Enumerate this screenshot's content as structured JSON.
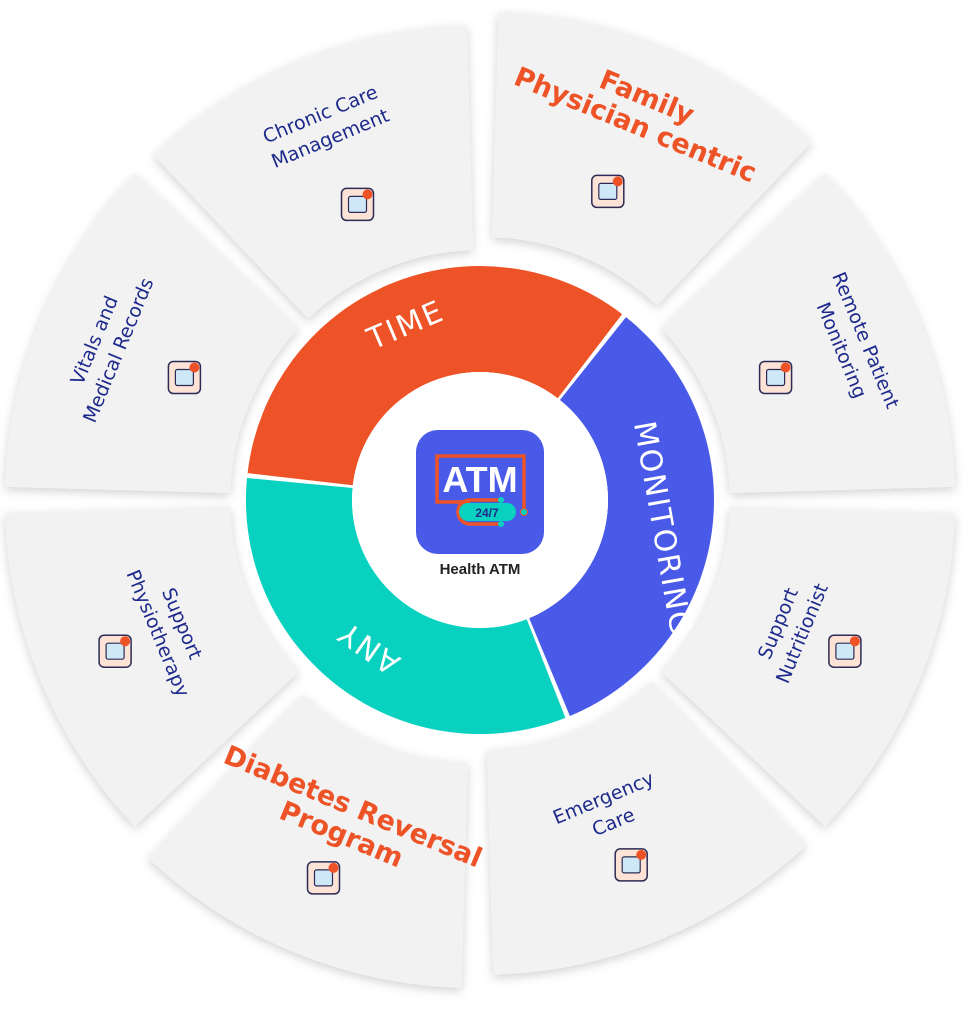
{
  "center": {
    "title": "ATM",
    "badge": "24/7",
    "caption": "Health ATM"
  },
  "ring": [
    {
      "label": "TIME",
      "color": "#ee5327"
    },
    {
      "label": "MONITORING",
      "color": "#4a5ae8"
    },
    {
      "label": "ANY",
      "color": "#08d1bf"
    }
  ],
  "segments": [
    {
      "lines": [
        "Family",
        "Physician centric"
      ],
      "highlight": true,
      "icon": "hospital-icon"
    },
    {
      "lines": [
        "Remote Patient",
        "Monitoring"
      ],
      "highlight": false,
      "icon": "patient-bed-icon"
    },
    {
      "lines": [
        "Support",
        "Nutritionist"
      ],
      "highlight": false,
      "icon": "diet-plan-icon"
    },
    {
      "lines": [
        "Emergency",
        "Care"
      ],
      "highlight": false,
      "icon": "emergency-room-icon"
    },
    {
      "lines": [
        "Diabetes Reversal",
        "Program"
      ],
      "highlight": true,
      "icon": "glucometer-icon"
    },
    {
      "lines": [
        "Support",
        "Physiotherapy"
      ],
      "highlight": false,
      "icon": "physiotherapy-icon"
    },
    {
      "lines": [
        "Vitals and",
        "Medical Records"
      ],
      "highlight": false,
      "icon": "medical-clipboard-icon"
    },
    {
      "lines": [
        "Chronic Care",
        "Management"
      ],
      "highlight": false,
      "icon": "heart-care-icon"
    }
  ]
}
